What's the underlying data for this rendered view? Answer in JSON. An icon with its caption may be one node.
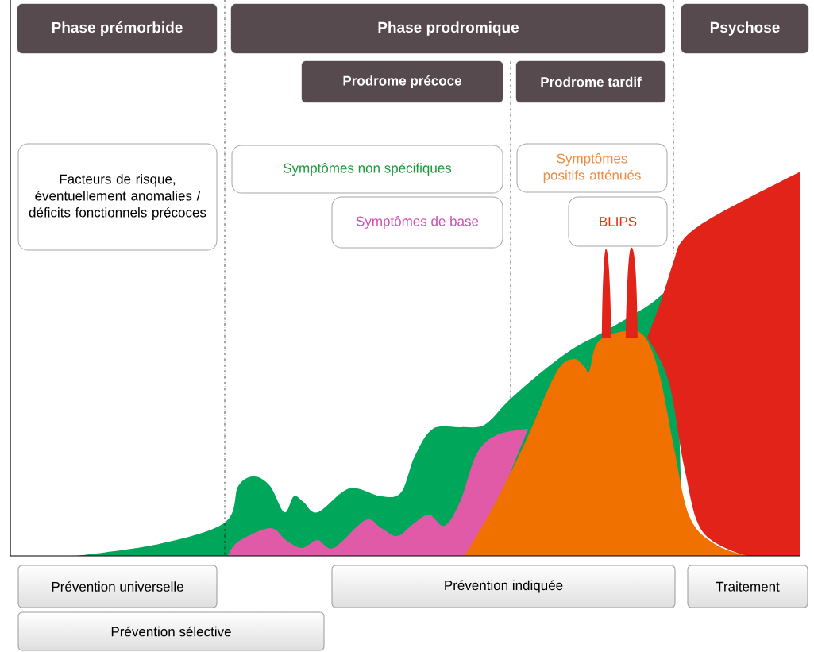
{
  "diagram": {
    "nodes": [
      {
        "text": [
          "Phase prémorbide"
        ]
      },
      {
        "text": [
          "Phase prodromique"
        ]
      },
      {
        "text": [
          "Psychose"
        ]
      },
      {
        "text": [
          "Prodrome précoce"
        ]
      },
      {
        "text": [
          "Prodrome tardif"
        ]
      },
      {
        "text": [
          "Facteurs de risque, éventuellement anomalies / déficits fonctionnels précoces"
        ]
      },
      {
        "text": [
          "Symptômes non spécifiques"
        ]
      },
      {
        "text": [
          "Symptômes de base"
        ]
      },
      {
        "text": [
          "Symptômes positifs atténués"
        ]
      },
      {
        "text": [
          "BLIPS"
        ]
      },
      {
        "text": [
          "Prévention universelle"
        ]
      },
      {
        "text": [
          "Prévention indiquée"
        ]
      },
      {
        "text": [
          "Traitement"
        ]
      },
      {
        "text": [
          "Prévention sélective"
        ]
      }
    ]
  }
}
